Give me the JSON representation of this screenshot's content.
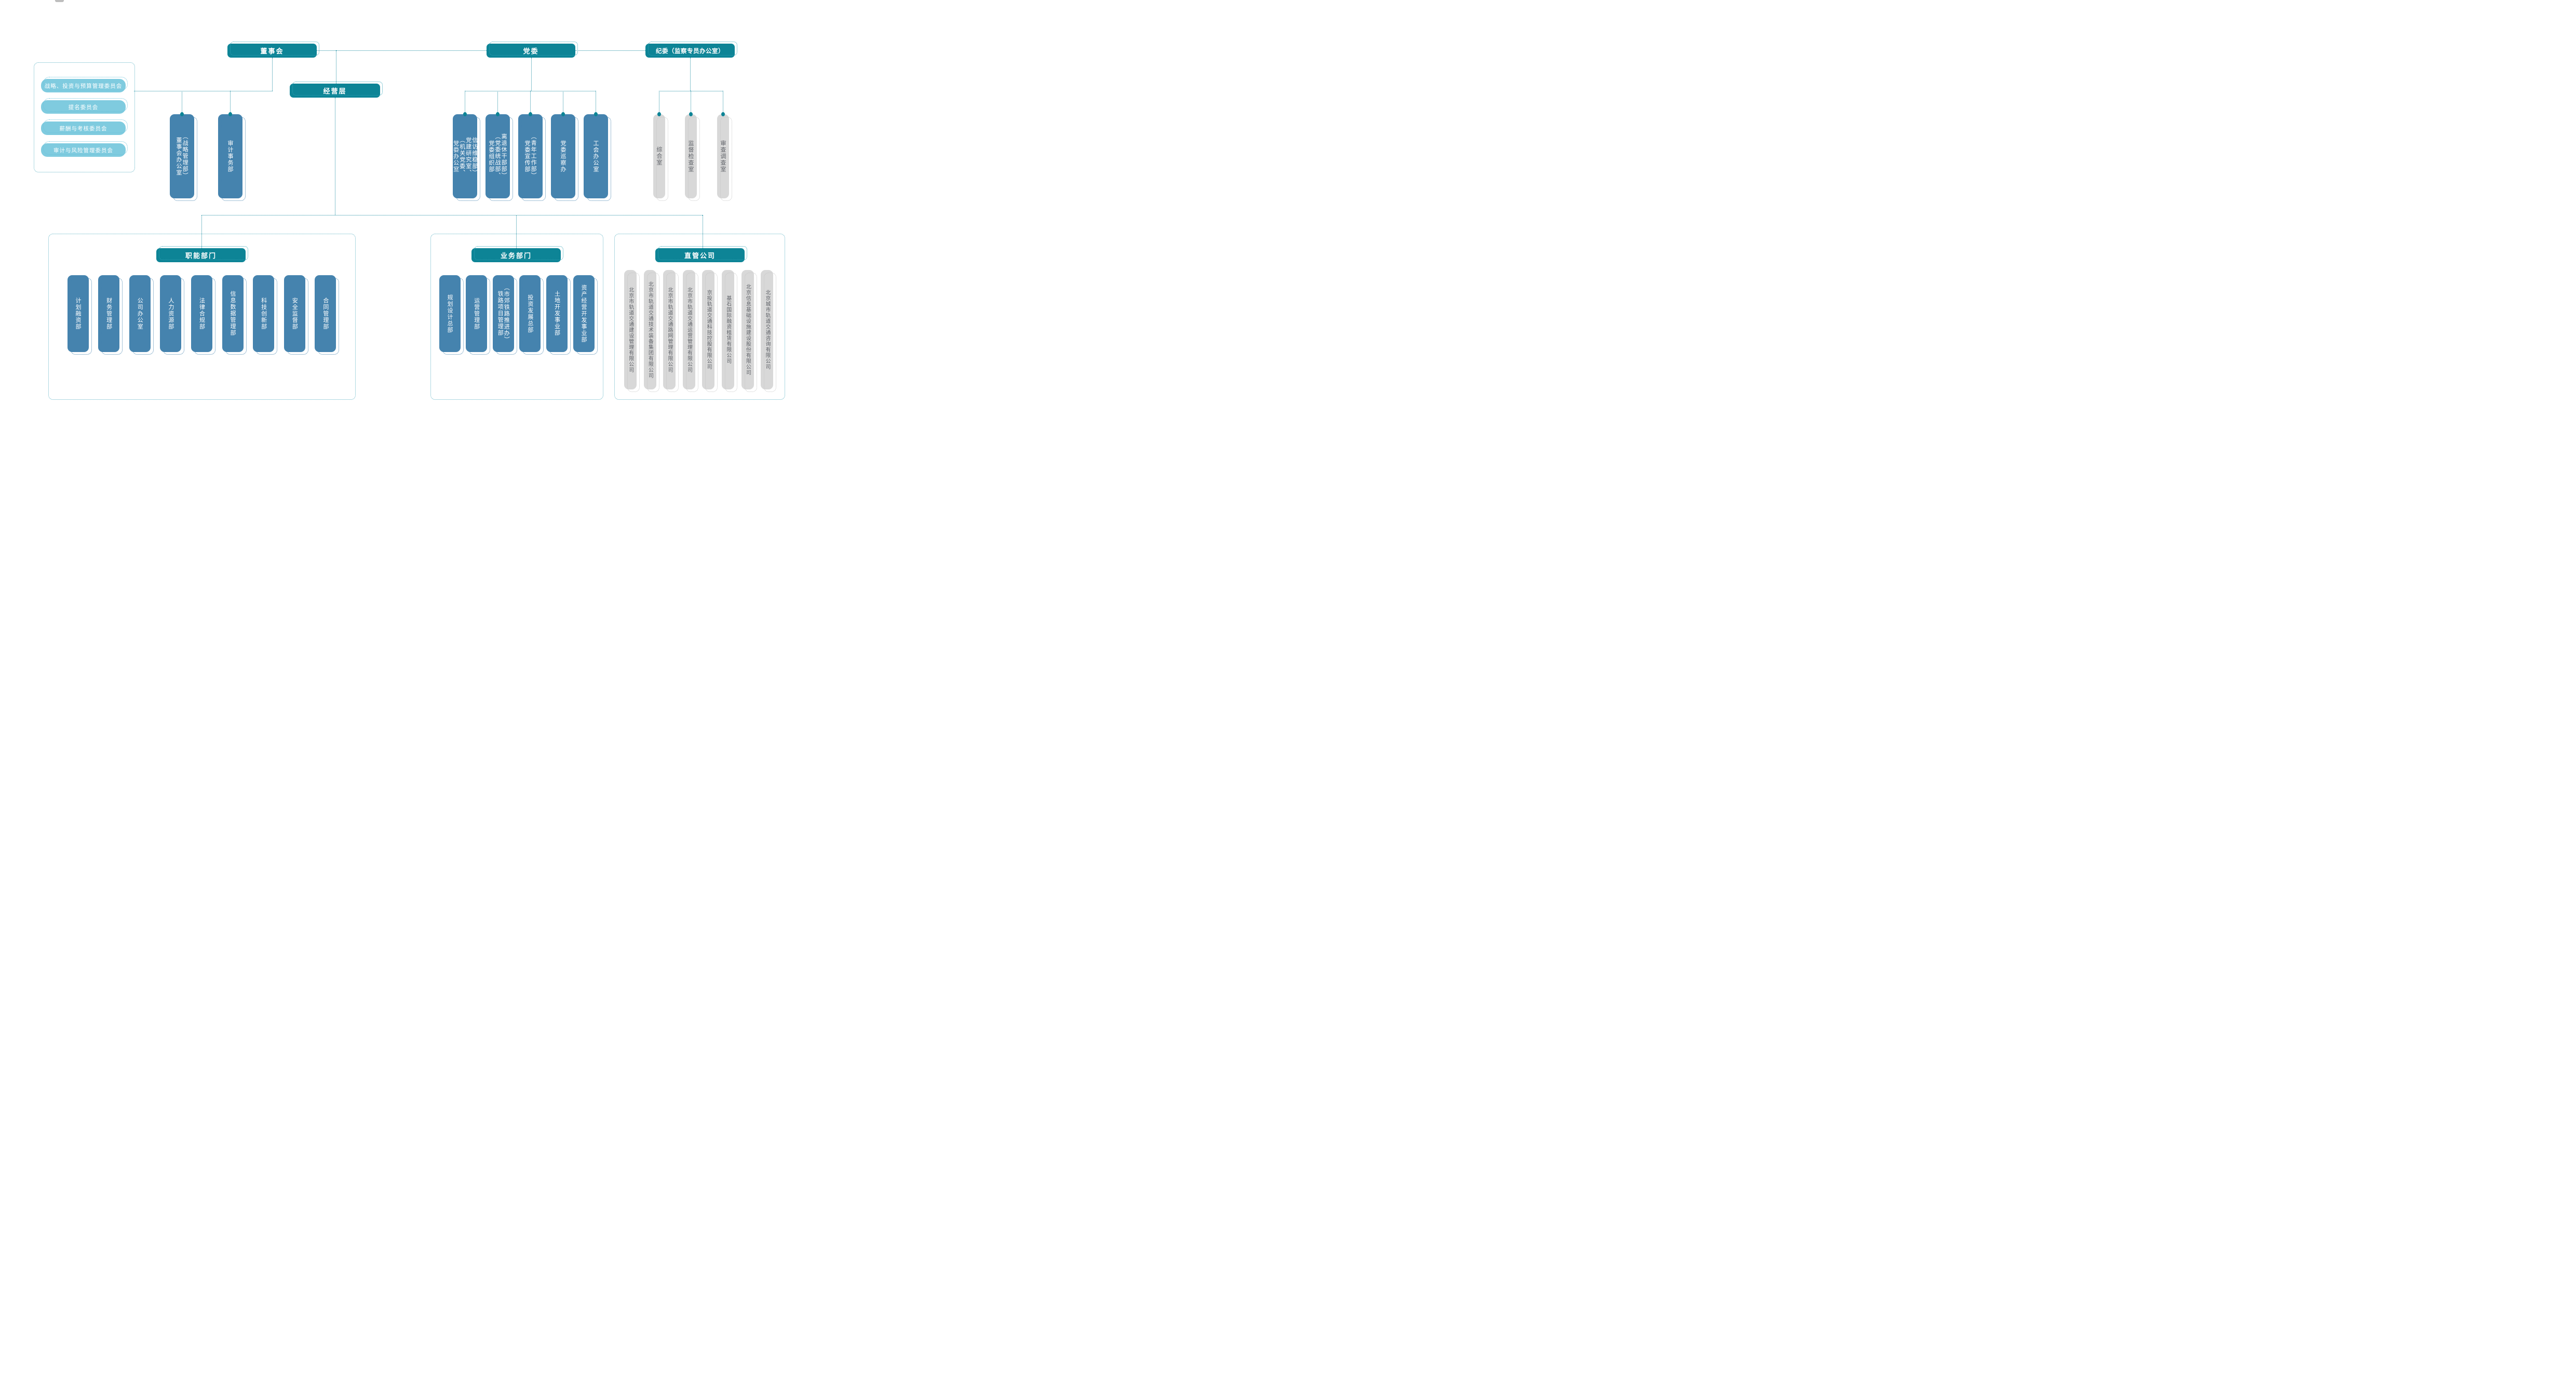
{
  "palette": {
    "teal": "#0d8496",
    "blue": "#4583ae",
    "light_blue": "#7fcbdf",
    "gray_box": "#d8d8d8",
    "gray_text": "#5d6066",
    "wire": "#1b8ba0"
  },
  "top": {
    "board": "董事会",
    "party": "党委",
    "discipline": "纪委（监察专员办公室）",
    "management": "经营层"
  },
  "board_committees": [
    {
      "label": "战略、投资与预算管理委员会"
    },
    {
      "label": "提名委员会"
    },
    {
      "label": "薪酬与考核委员会"
    },
    {
      "label": "审计与风险管理委员会"
    }
  ],
  "board_departments": [
    {
      "lines": [
        "董事会办公室",
        "（战略管理部）"
      ]
    },
    {
      "lines": [
        "审计事务部"
      ]
    }
  ],
  "party_departments": [
    {
      "lines": [
        "党委办公室",
        "（机关党委、",
        "党建研究室、",
        "信访维稳部）"
      ]
    },
    {
      "lines": [
        "党委组织部",
        "（党委统战部、",
        "离退休干部部）"
      ]
    },
    {
      "lines": [
        "党委宣传部",
        "（青年工作部）"
      ]
    },
    {
      "lines": [
        "党委巡察办"
      ]
    },
    {
      "lines": [
        "工会办公室"
      ]
    }
  ],
  "discipline_offices": [
    {
      "lines": [
        "综合室"
      ]
    },
    {
      "lines": [
        "监督检查室"
      ]
    },
    {
      "lines": [
        "审查调查室"
      ]
    }
  ],
  "sections": [
    {
      "label": "职能部门",
      "items": [
        {
          "lines": [
            "计划融资部"
          ]
        },
        {
          "lines": [
            "财务管理部"
          ]
        },
        {
          "lines": [
            "公司办公室"
          ]
        },
        {
          "lines": [
            "人力资源部"
          ]
        },
        {
          "lines": [
            "法律合规部"
          ]
        },
        {
          "lines": [
            "信息数据管理部"
          ]
        },
        {
          "lines": [
            "科技创新部"
          ]
        },
        {
          "lines": [
            "安全监督部"
          ]
        },
        {
          "lines": [
            "合同管理部"
          ]
        }
      ]
    },
    {
      "label": "业务部门",
      "items": [
        {
          "lines": [
            "规划设计总部"
          ]
        },
        {
          "lines": [
            "运营管理部"
          ]
        },
        {
          "lines": [
            "铁路项目管理部",
            "（市郊铁路推进办）"
          ]
        },
        {
          "lines": [
            "投资发展总部"
          ]
        },
        {
          "lines": [
            "土地开发事业部"
          ]
        },
        {
          "lines": [
            "资产经营开发事业部"
          ]
        }
      ]
    },
    {
      "label": "直管公司",
      "items": [
        {
          "lines": [
            "北京市轨道交通建设管理有限公司"
          ]
        },
        {
          "lines": [
            "北京市轨道交通技术装备集团有限公司"
          ]
        },
        {
          "lines": [
            "北京市轨道交通路网管理有限公司"
          ]
        },
        {
          "lines": [
            "北京市轨道交通运营管理有限公司"
          ]
        },
        {
          "lines": [
            "京投轨道交通科技控股有限公司"
          ]
        },
        {
          "lines": [
            "基石国际融资租赁有限公司"
          ]
        },
        {
          "lines": [
            "北京信息基础设施建设股份有限公司"
          ]
        },
        {
          "lines": [
            "北京城市轨道交通咨询有限公司"
          ]
        }
      ]
    }
  ]
}
